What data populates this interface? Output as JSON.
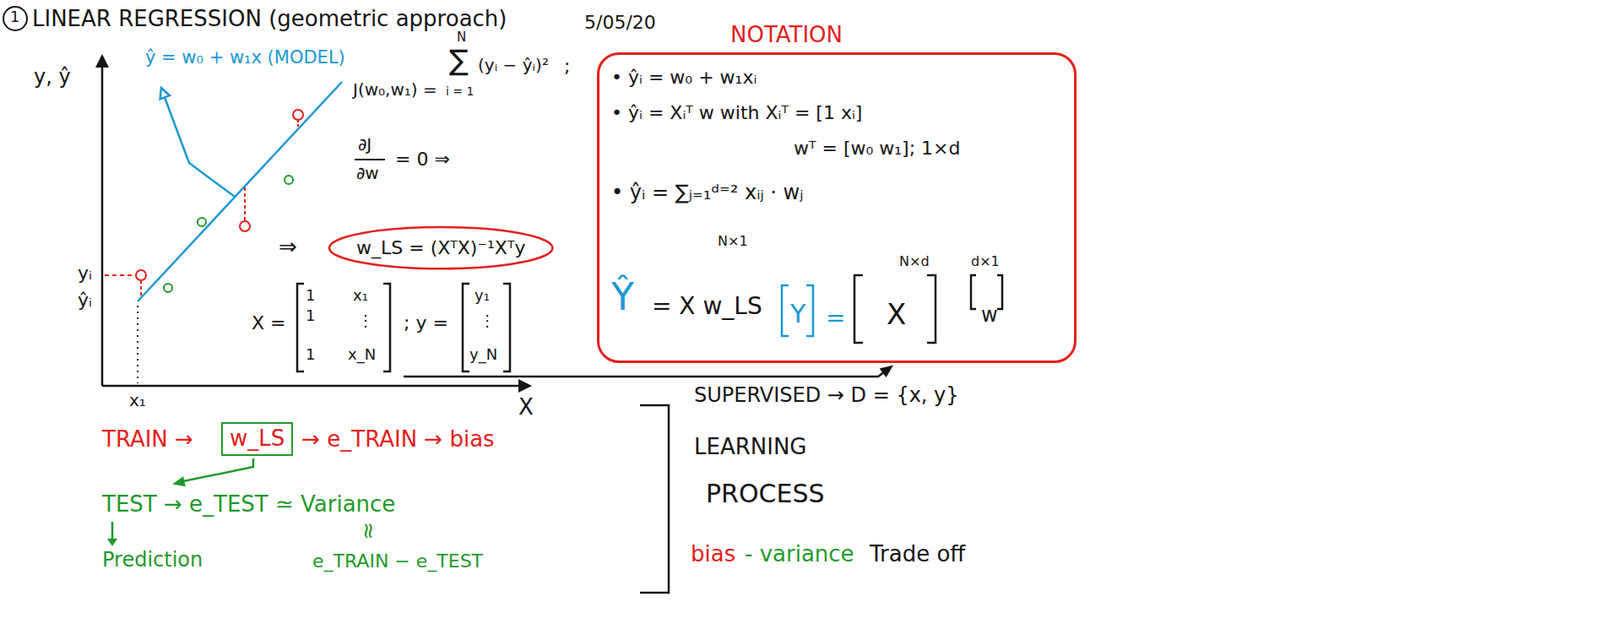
{
  "diagram": {
    "title": "LINEAR REGRESSION (geometric approach)",
    "nodes": [
      {
        "text": [
          "NOTATION",
          "• ŷᵢ = w₀ + w₁xᵢ",
          "• ŷᵢ = Xᵢᵀ w with Xᵢᵀ = [1 xᵢ]",
          "wᵀ = [w₀ w₁]; 1×d",
          "• ŷᵢ = ∑ⱼ₌₁ᵈ⁼² xᵢⱼ · wⱼ",
          "N×1",
          "Ŷ",
          "= X w_LS",
          "Y",
          "=",
          "N×d",
          "X",
          "d×1",
          "w"
        ]
      },
      {
        "text": [
          "w_LS = (XᵀX)⁻¹Xᵀy"
        ]
      },
      {
        "text": [
          "w_LS"
        ]
      }
    ],
    "labels": [
      "1",
      "5/05/20",
      "y, ŷ",
      "ŷ = w₀ + w₁x (MODEL)",
      "yᵢ",
      "ŷᵢ",
      "x₁",
      "X",
      "J(w₀,w₁) =",
      "N",
      "∑",
      "i = 1",
      "(yᵢ − ŷᵢ)²",
      ";",
      "∂J",
      "∂w",
      "= 0 ⇒",
      "⇒",
      "X =",
      "1",
      "1",
      "1",
      "x₁",
      "⋮",
      "x_N",
      "; y =",
      "y₁",
      "⋮",
      "y_N",
      "TRAIN →",
      "→ e_TRAIN → bias",
      "TEST → e_TEST ≃ Variance",
      "Prediction",
      "≈",
      "e_TRAIN − e_TEST",
      "SUPERVISED → D = {x, y}",
      "LEARNING",
      "PROCESS",
      "bias",
      "- variance",
      "Trade off"
    ]
  }
}
